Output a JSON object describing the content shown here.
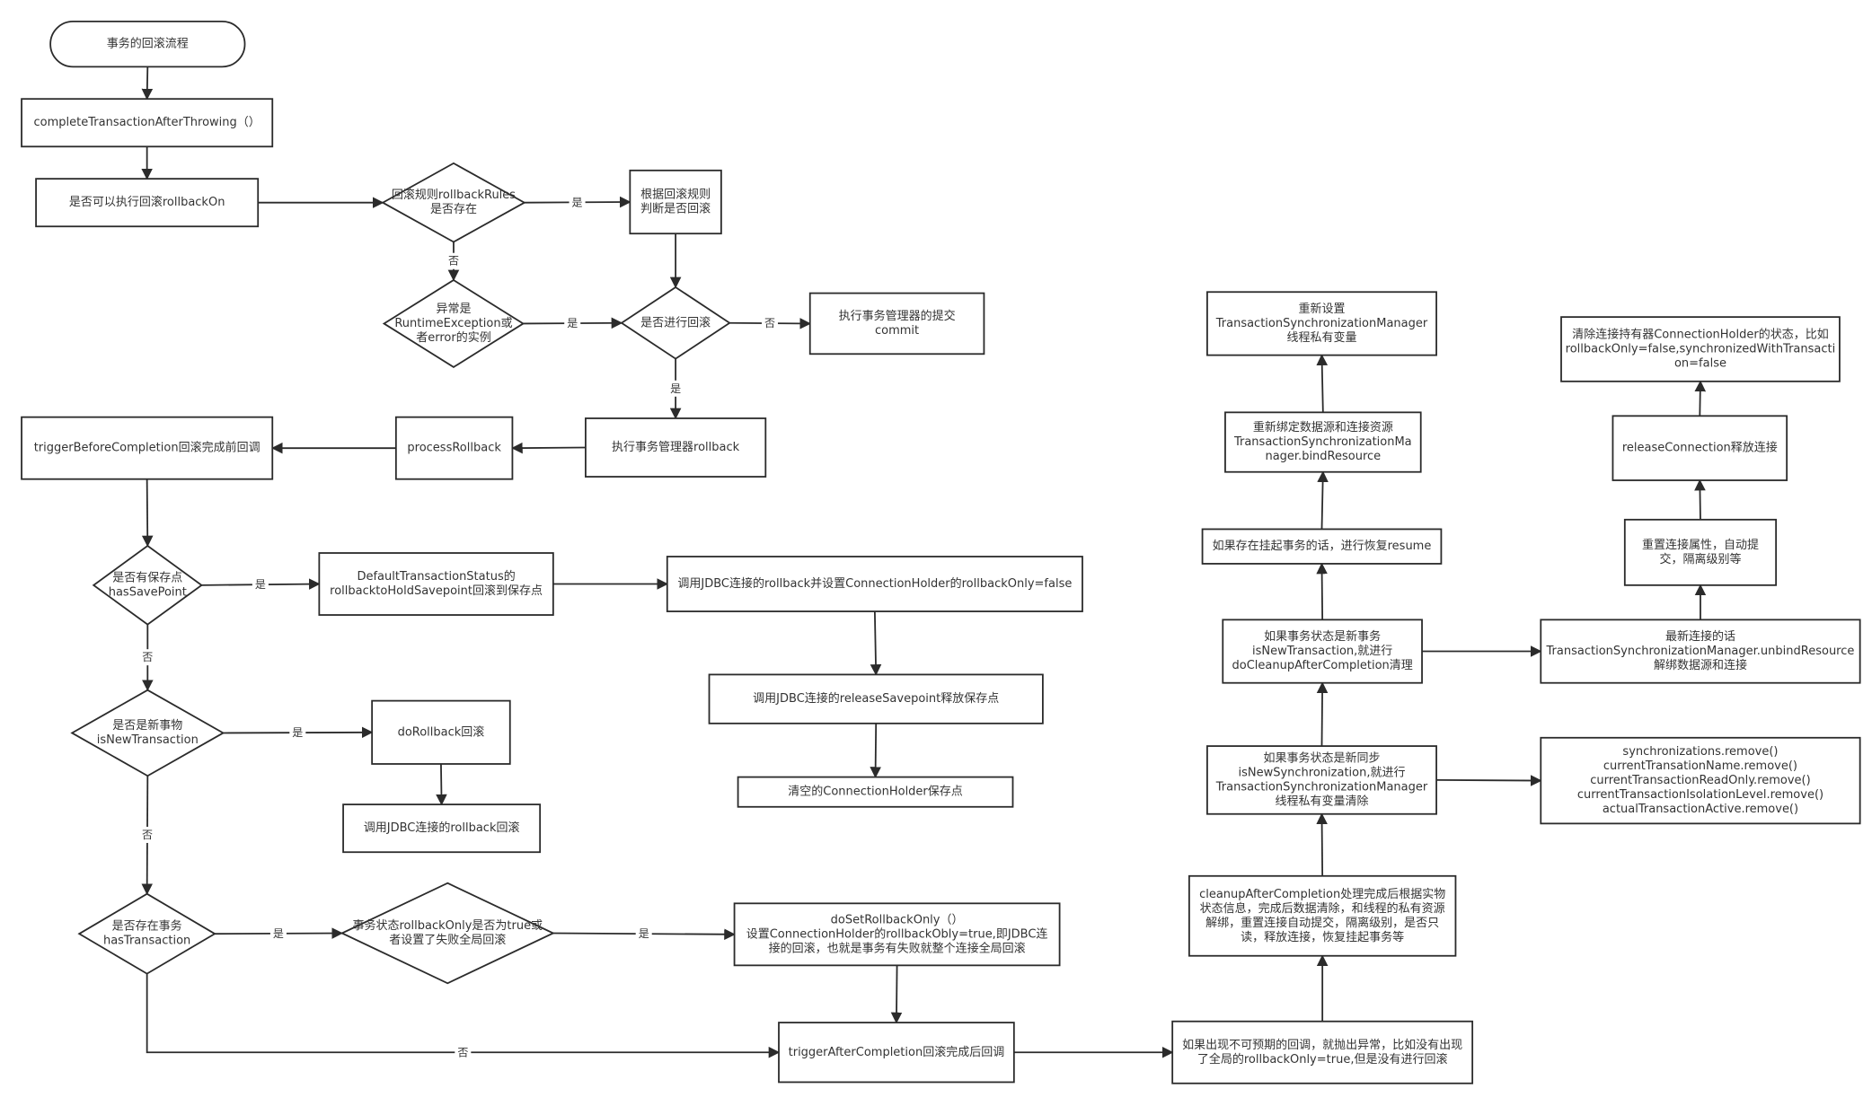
{
  "colors": {
    "stroke": "#2b2b2b",
    "fill": "#ffffff",
    "text": "#333333",
    "background": "#ffffff"
  },
  "nodes": {
    "start": [
      "事务的回滚流程"
    ],
    "complete_after_throwing": [
      "completeTransactionAfterThrowing（）"
    ],
    "can_rollback_on": [
      "是否可以执行回滚rollbackOn"
    ],
    "rules_exist": [
      "回滚规则rollbackRules",
      "是否存在"
    ],
    "judge_by_rules": [
      "根据回滚规则",
      "判断是否回滚"
    ],
    "is_runtime_exception": [
      "异常是",
      "RuntimeException或",
      "者error的实例"
    ],
    "do_rollback_decision": [
      "是否进行回滚"
    ],
    "commit": [
      "执行事务管理器的提交",
      "commit"
    ],
    "execute_rollback": [
      "执行事务管理器rollback"
    ],
    "process_rollback": [
      "processRollback"
    ],
    "trigger_before_completion": [
      "triggerBeforeCompletion回滚完成前回调"
    ],
    "has_savepoint": [
      "是否有保存点",
      "hasSavePoint"
    ],
    "rollback_to_savepoint": [
      "DefaultTransactionStatus的",
      "rollbacktoHoldSavepoint回滚到保存点"
    ],
    "jdbc_rollback_set_only": [
      "调用JDBC连接的rollback并设置ConnectionHolder的rollbackOnly=false"
    ],
    "jdbc_release_savepoint": [
      "调用JDBC连接的releaseSavepoint释放保存点"
    ],
    "clear_savepoint": [
      "清空的ConnectionHolder保存点"
    ],
    "is_new_transaction": [
      "是否是新事物",
      "isNewTransaction"
    ],
    "do_rollback": [
      "doRollback回滚"
    ],
    "jdbc_rollback": [
      "调用JDBC连接的rollback回滚"
    ],
    "has_transaction": [
      "是否存在事务",
      "hasTransaction"
    ],
    "rollback_only_check": [
      "事务状态rollbackOnly是否为true或",
      "者设置了失败全局回滚"
    ],
    "do_set_rollback_only": [
      "doSetRollbackOnly（）",
      "设置ConnectionHolder的rollbackObly=true,即JDBC连",
      "接的回滚，也就是事务有失败就整个连接全局回滚"
    ],
    "trigger_after_completion": [
      "triggerAfterCompletion回滚完成后回调"
    ],
    "unexpected_rollback": [
      "如果出现不可预期的回调，就抛出异常，比如没有出现",
      "了全局的rollbackOnly=true,但是没有进行回滚"
    ],
    "cleanup_after_completion": [
      "cleanupAfterCompletion处理完成后根据实物",
      "状态信息，完成后数据清除，和线程的私有资源",
      "解绑，重置连接自动提交，隔离级别，是否只",
      "读，释放连接，恢复挂起事务等"
    ],
    "new_sync_clear": [
      "如果事务状态是新同步",
      "isNewSynchronization,就进行",
      "TransactionSynchronizationManager",
      "线程私有变量清除"
    ],
    "sync_removes": [
      "synchronizations.remove()",
      "currentTransationName.remove()",
      "currentTransactionReadOnly.remove()",
      "currentTransactionIsolationLevel.remove()",
      "actualTransactionActive.remove()"
    ],
    "new_tx_cleanup": [
      "如果事务状态是新事务",
      "isNewTransaction,就进行",
      "doCleanupAfterCompletion清理"
    ],
    "unbind_resource": [
      "最新连接的话",
      "TransactionSynchronizationManager.unbindResource",
      "解绑数据源和连接"
    ],
    "resume_suspended": [
      "如果存在挂起事务的话，进行恢复resume"
    ],
    "rebind_resource": [
      "重新绑定数据源和连接资源",
      "TransactionSynchronizationMa",
      "nager.bindResource"
    ],
    "reset_sync_vars": [
      "重新设置",
      "TransactionSynchronizationManager",
      "线程私有变量"
    ],
    "reset_connection_props": [
      "重置连接属性，自动提",
      "交，隔离级别等"
    ],
    "release_connection": [
      "releaseConnection释放连接"
    ],
    "clear_connection_holder": [
      "清除连接持有器ConnectionHolder的状态，比如",
      "rollbackOnly=false,synchronizedWithTransacti",
      "on=false"
    ]
  },
  "edge_labels": {
    "rules_yes": "是",
    "rules_no": "否",
    "runtime_yes": "是",
    "decision_no": "否",
    "decision_yes": "是",
    "savepoint_yes": "是",
    "savepoint_no": "否",
    "newtx_yes": "是",
    "newtx_no": "否",
    "hastx_yes": "是",
    "rollbackonly_yes": "是",
    "hastx_no": "否"
  }
}
